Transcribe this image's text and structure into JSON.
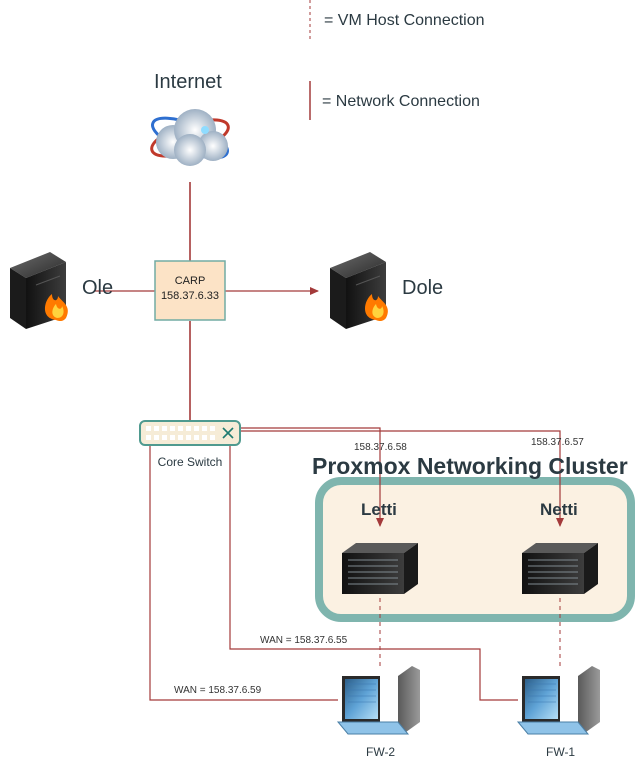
{
  "legend": {
    "vm_host": "= VM Host Connection",
    "network": "= Network Connection"
  },
  "nodes": {
    "internet": "Internet",
    "carp": {
      "name": "CARP",
      "ip": "158.37.6.33"
    },
    "ole": "Ole",
    "dole": "Dole",
    "core_switch": "Core Switch",
    "cluster": "Proxmox Networking Cluster",
    "letti": {
      "name": "Letti",
      "ip": "158.37.6.58"
    },
    "netti": {
      "name": "Netti",
      "ip": "158.37.6.57"
    },
    "fw2": {
      "name": "FW-2",
      "wan": "WAN = 158.37.6.59"
    },
    "fw1": {
      "name": "FW-1",
      "wan": "WAN = 158.37.6.55"
    }
  },
  "colors": {
    "connection": "#a33a3a",
    "cluster_border": "#7fb5ae",
    "cluster_fill": "#fbf1e2",
    "carp_fill": "#fce3c6",
    "carp_border": "#72aca4",
    "text": "#2b3a42"
  }
}
